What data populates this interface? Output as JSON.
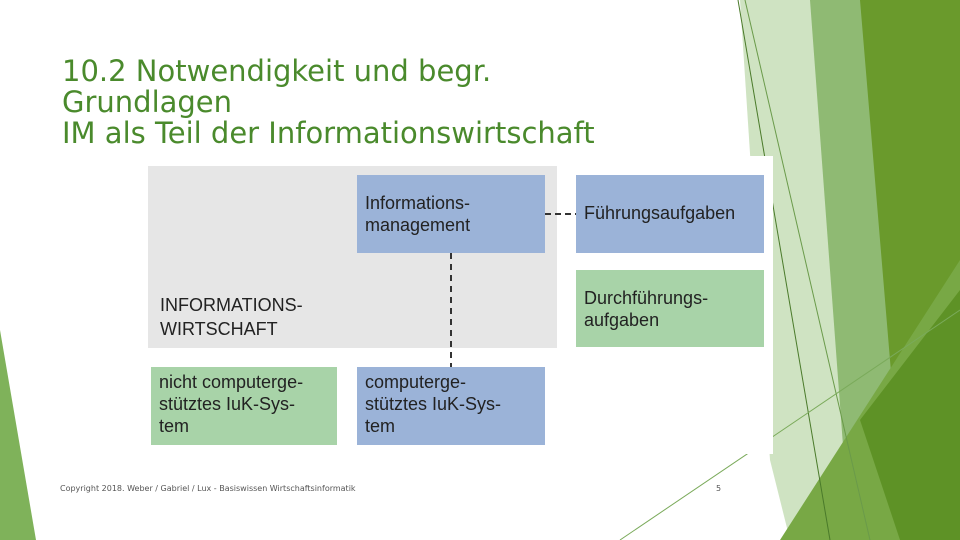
{
  "slide": {
    "title_lines": [
      "10.2 Notwendigkeit und begr.",
      "Grundlagen",
      "IM als Teil der Informationswirtschaft"
    ],
    "footer": "Copyright 2018. Weber / Gabriel / Lux - Basiswissen Wirtschaftsinformatik",
    "page_number": "5"
  },
  "diagram": {
    "gray_label": [
      "INFORMATIONS-",
      "WIRTSCHAFT"
    ],
    "boxes": {
      "informationsmanagement": [
        "Informations-",
        "management"
      ],
      "fuehrungsaufgaben": [
        "Führungsaufgaben"
      ],
      "durchfuehrungsaufgaben": [
        "Durchführungs-",
        "aufgaben"
      ],
      "nicht_computergestuetzt": [
        "nicht computerge-",
        "stütztes IuK-Sys-",
        "tem"
      ],
      "computergestuetzt": [
        "computerge-",
        "stütztes IuK-Sys-",
        "tem"
      ]
    }
  },
  "colors": {
    "title": "#4a8a2c",
    "blue_box": "#9bb3d8",
    "green_box": "#a8d3a8",
    "gray_area": "#e6e6e6",
    "deco_green_dark": "#6a9a2c",
    "deco_green_light": "#a6cc8a"
  }
}
